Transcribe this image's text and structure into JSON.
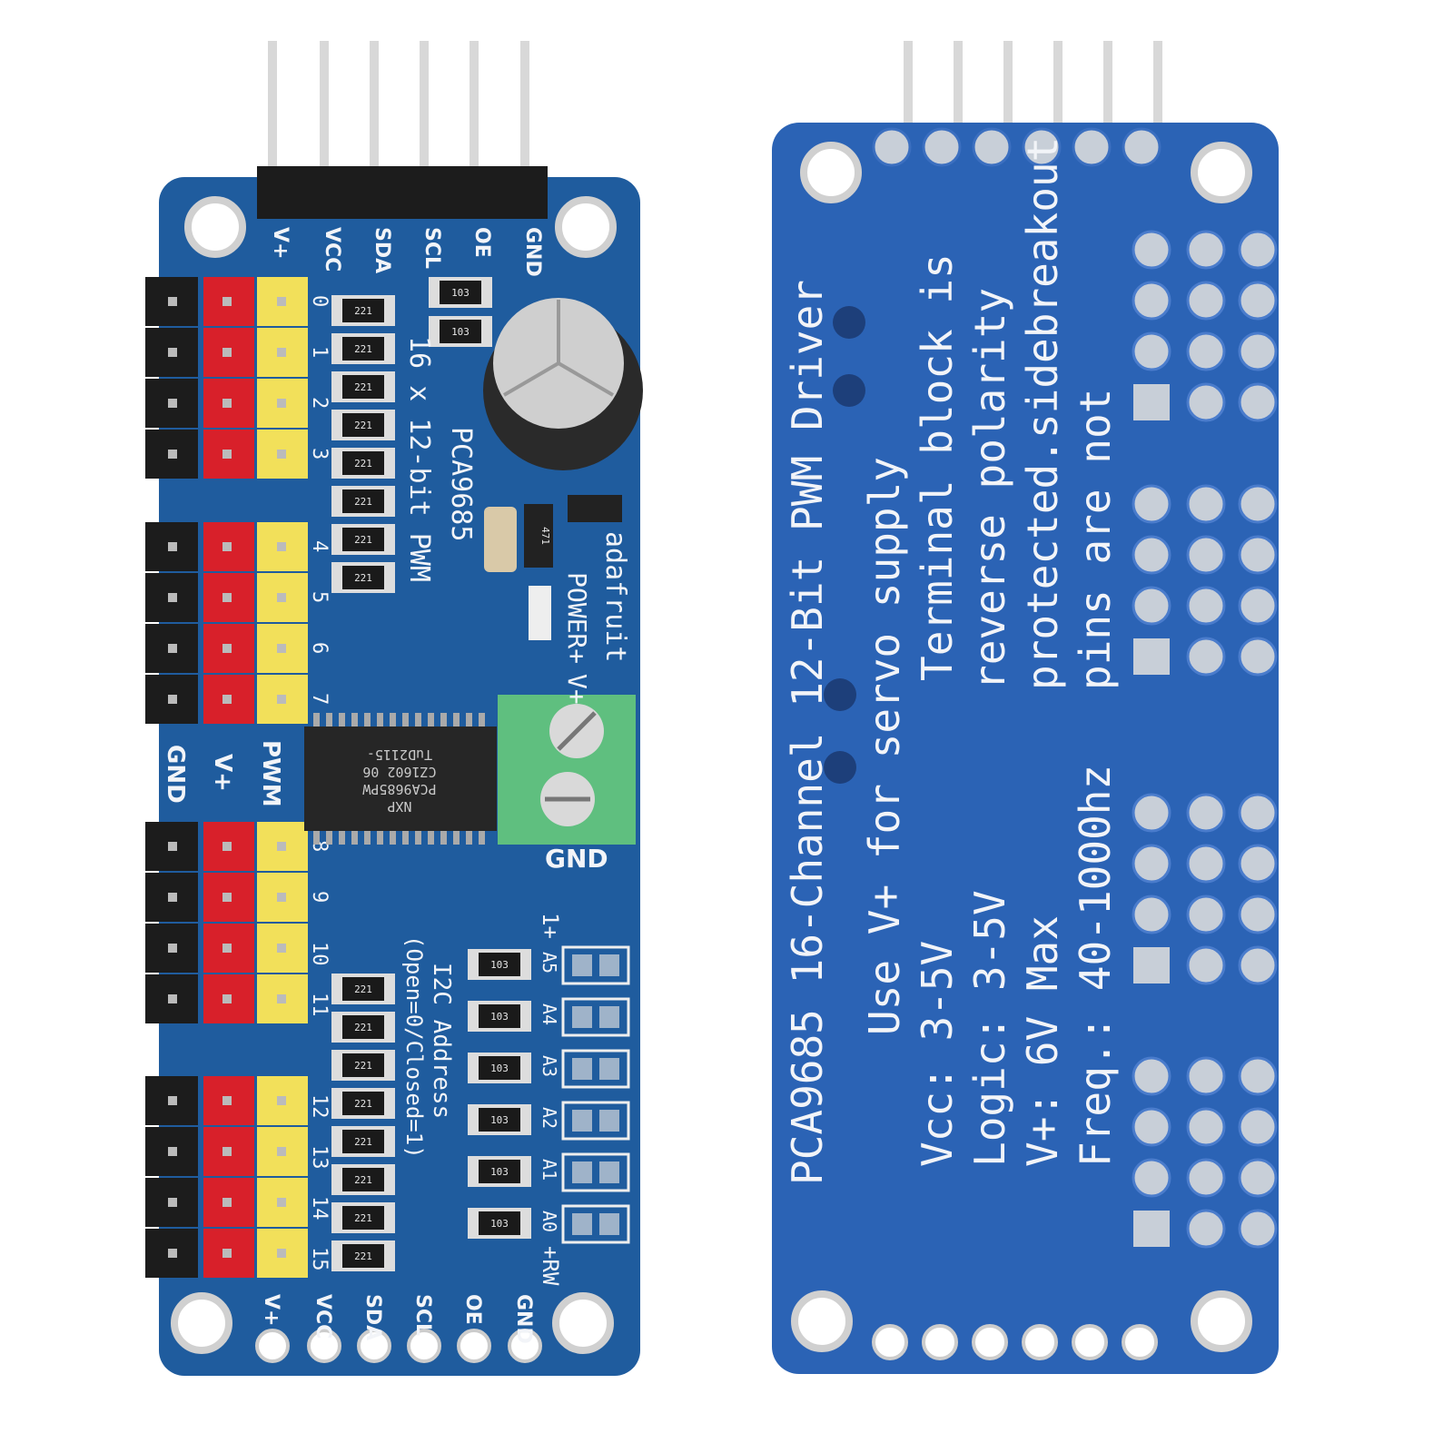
{
  "colors": {
    "front_pcb": "#1f5c9e",
    "back_pcb": "#2b63b5",
    "header_black": "#1c1c1c",
    "header_red": "#d8202a",
    "header_yellow": "#f2e05a",
    "terminal_green": "#5fbf7f",
    "capacitor": "#2a2a2a"
  },
  "front": {
    "top_pin_labels": [
      "V+",
      "VCC",
      "SDA",
      "SCL",
      "OE",
      "GND"
    ],
    "bottom_pin_labels": [
      "V+",
      "VCC",
      "SDA",
      "SCL",
      "OE",
      "GND"
    ],
    "title_line1": "16 x 12-bit PWM",
    "title_line2": "PCA9685",
    "brand": "adafruit",
    "power_label": "POWER+",
    "terminal_vplus": "V+",
    "terminal_gnd": "GND",
    "servo_column_labels": [
      "GND",
      "V+",
      "PWM"
    ],
    "channel_numbers": [
      "0",
      "1",
      "2",
      "3",
      "4",
      "5",
      "6",
      "7",
      "8",
      "9",
      "10",
      "11",
      "12",
      "13",
      "14",
      "15"
    ],
    "chip_lines": [
      "PCA9685PW",
      "CZ1602  06",
      "TuD2115-",
      "NXP"
    ],
    "resistor_code_221": "221",
    "resistor_code_103": "103",
    "led_resistor_code": "471",
    "address_title": "I2C Address",
    "address_note": "(Open=0/Closed=1)",
    "address_pins": [
      "A5",
      "A4",
      "A3",
      "A2",
      "A1",
      "A0"
    ],
    "address_top": "1+",
    "address_bottom": "+RW"
  },
  "back": {
    "title": "PCA9685 16-Channel 12-Bit PWM Driver",
    "line_supply": "Use V+ for servo supply",
    "line_vcc": "Vcc: 3-5V",
    "line_logic": "Logic: 3-5V",
    "line_vplus": "V+: 6V Max",
    "line_freq": "Freq.: 40-1000hz",
    "note_1": "Terminal block is",
    "note_2": "reverse polarity",
    "note_3": "protected.sidebreakout",
    "note_4": "pins are not"
  }
}
